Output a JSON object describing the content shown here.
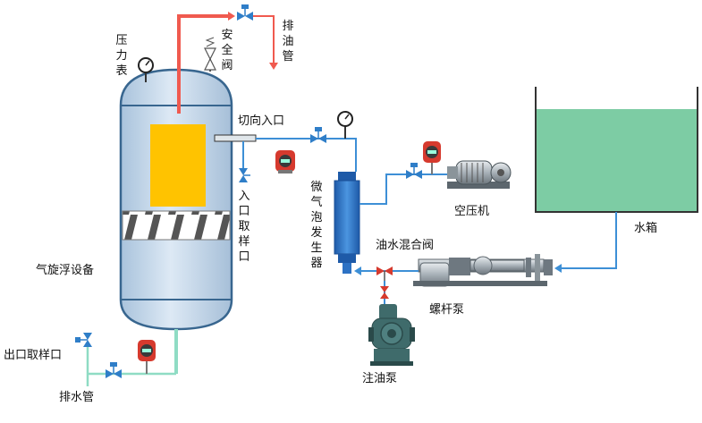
{
  "labels": {
    "pressure_gauge": "压力表",
    "safety_valve": "安全阀",
    "oil_drain_pipe": "排油管",
    "tangential_inlet": "切向入口",
    "inlet_sampling_port": "入口取样口",
    "microbubble_generator": "微气泡发生器",
    "air_compressor": "空压机",
    "water_tank": "水箱",
    "oil_water_mixing_valve": "油水混合阀",
    "flotation_device": "气旋浮设备",
    "screw_pump": "螺杆泵",
    "outlet_sampling_port": "出口取样口",
    "drain_pipe": "排水管",
    "oil_injection_pump": "注油泵"
  },
  "colors": {
    "oil_line": "#f05a4f",
    "water_line": "#3d8fd6",
    "outlet_line": "#8fdcc4",
    "tank_water": "#7dcca4",
    "vessel_fill": "#c9dcef",
    "oil_block": "#ffc300",
    "generator": "#2d72c4",
    "indicator_red": "#d63a2e",
    "valve_blue": "#2f7ec8",
    "pump_green": "#3f6b6b"
  }
}
